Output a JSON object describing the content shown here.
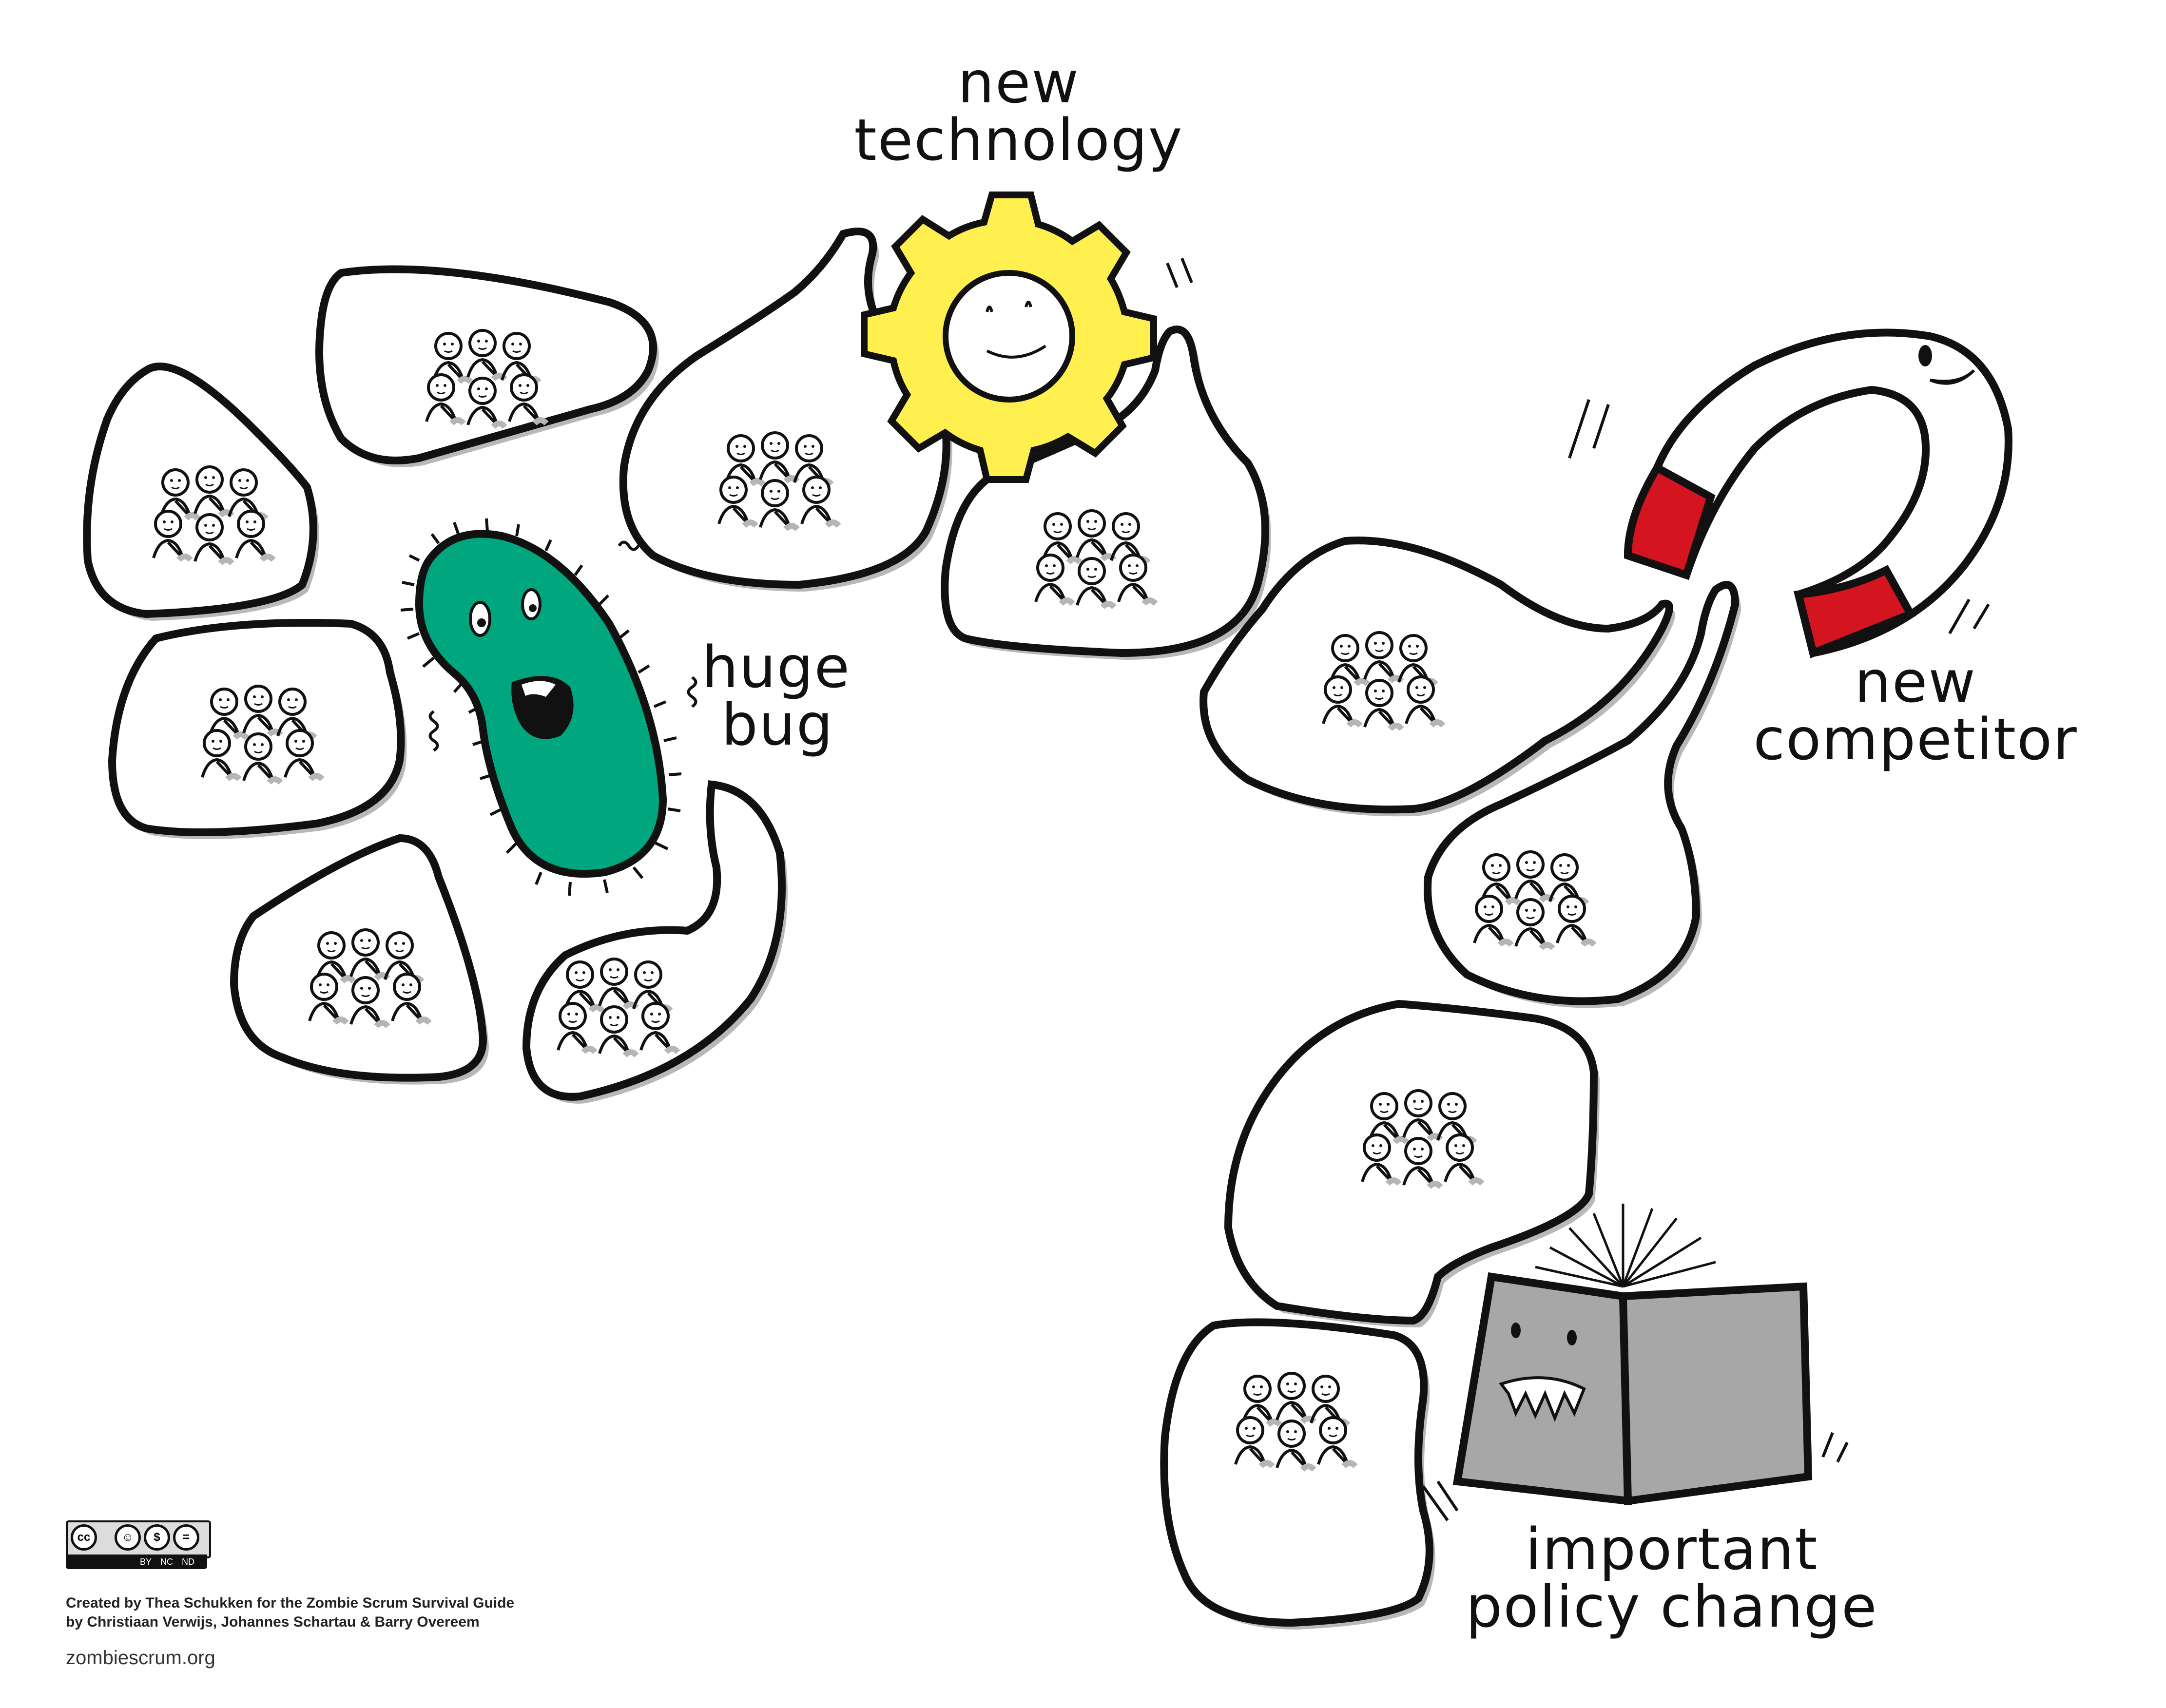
{
  "labels": {
    "bug": [
      "huge",
      "bug"
    ],
    "technology": [
      "new",
      "technology"
    ],
    "competitor": [
      "new",
      "competitor"
    ],
    "policy": [
      "important",
      "policy change"
    ]
  },
  "license": {
    "badge_text": "cc",
    "badge_terms": [
      "BY",
      "NC",
      "ND"
    ]
  },
  "credits": {
    "line1": "Created by Thea Schukken for the Zombie Scrum Survival Guide",
    "line2": "by Christiaan Verwijs, Johannes Schartau & Barry Overeem",
    "url": "zombiescrum.org"
  },
  "colors": {
    "bug": "#00a67e",
    "gear": "#fff04f",
    "gear_stroke": "#f2c61f",
    "magnet_tip": "#d4141e",
    "book": "#a7a7a7",
    "outline": "#111111",
    "shadow": "#b8b8b8"
  },
  "icons": [
    "bug-monster-icon",
    "gear-sun-icon",
    "magnet-icon",
    "book-monster-icon",
    "team-icon",
    "cc-license-icon"
  ]
}
